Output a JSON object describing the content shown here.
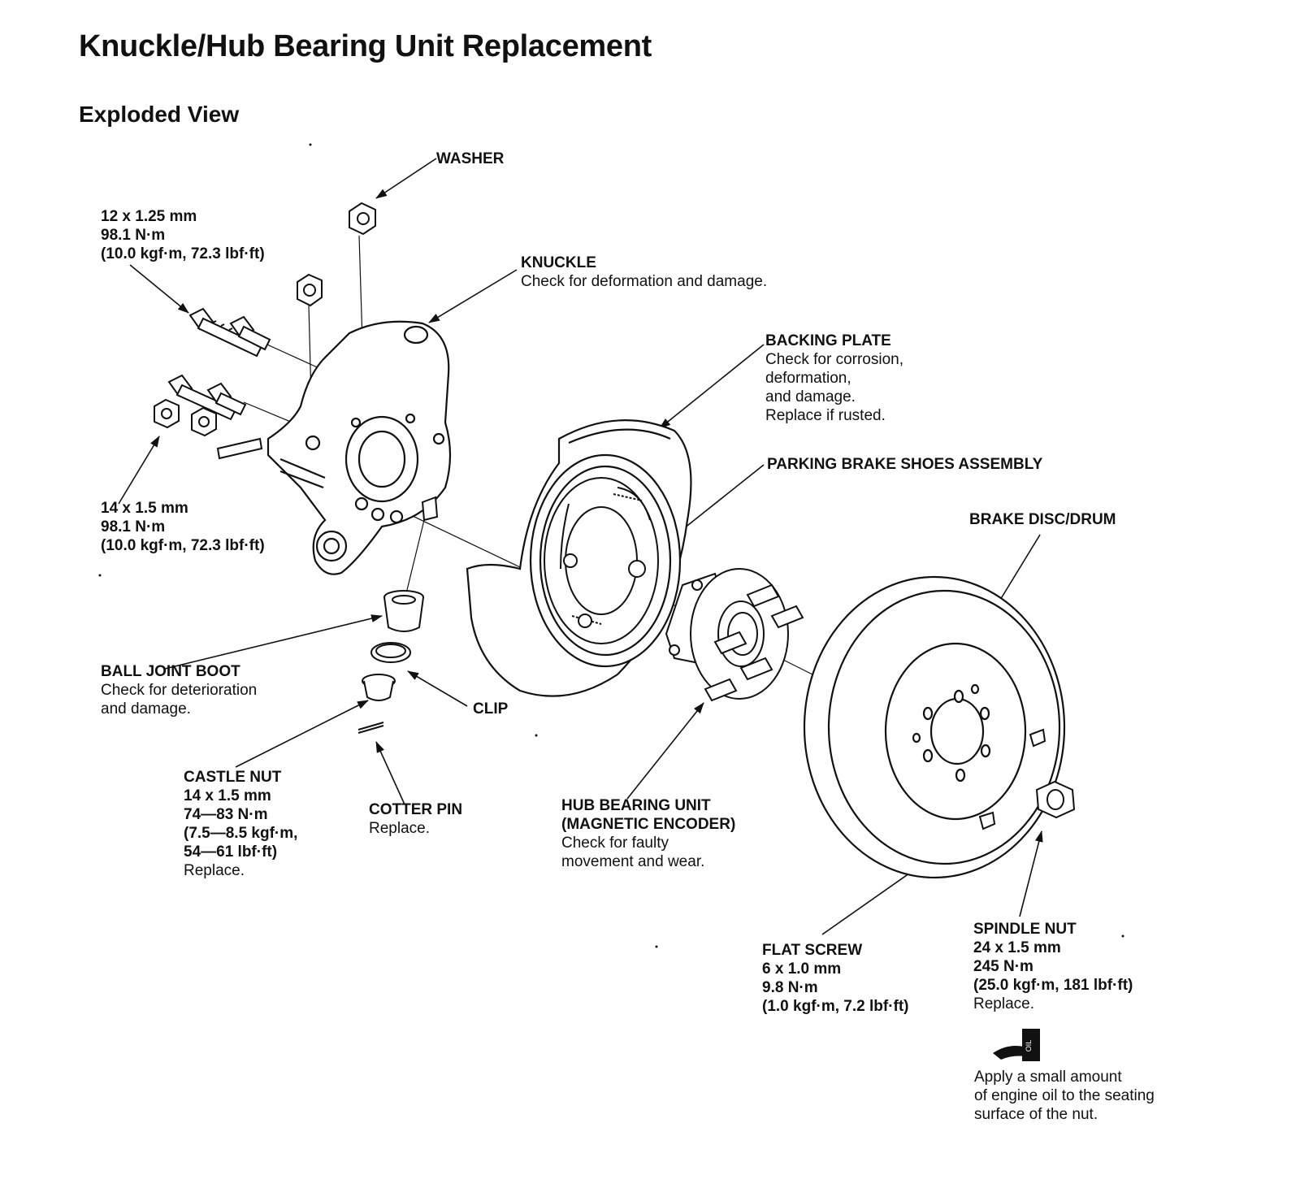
{
  "page": {
    "title": "Knuckle/Hub Bearing Unit Replacement",
    "subtitle": "Exploded View"
  },
  "labels": {
    "washer": {
      "name": "WASHER"
    },
    "bolt_upper": {
      "size": "12 x 1.25 mm",
      "torque": "98.1 N·m",
      "torque_alt": "(10.0 kgf·m, 72.3 lbf·ft)"
    },
    "knuckle": {
      "name": "KNUCKLE",
      "note": "Check for deformation and damage."
    },
    "backing_plate": {
      "name": "BACKING PLATE",
      "note_lines": [
        "Check for corrosion,",
        "deformation,",
        "and damage.",
        "Replace if rusted."
      ]
    },
    "parking_brake": {
      "name": "PARKING BRAKE SHOES ASSEMBLY"
    },
    "bolt_lower": {
      "size": "14 x 1.5 mm",
      "torque": "98.1 N·m",
      "torque_alt": "(10.0 kgf·m, 72.3 lbf·ft)"
    },
    "brake_disc": {
      "name": "BRAKE DISC/DRUM"
    },
    "ball_joint_boot": {
      "name": "BALL JOINT BOOT",
      "note_lines": [
        "Check for deterioration",
        "and damage."
      ]
    },
    "clip": {
      "name": "CLIP"
    },
    "castle_nut": {
      "name": "CASTLE NUT",
      "size": "14 x 1.5 mm",
      "torque": "74—83 N·m",
      "torque_alt_1": "(7.5—8.5 kgf·m,",
      "torque_alt_2": "54—61 lbf·ft)",
      "note": "Replace."
    },
    "cotter_pin": {
      "name": "COTTER PIN",
      "note": "Replace."
    },
    "hub_bearing": {
      "name_1": "HUB BEARING UNIT",
      "name_2": "(MAGNETIC ENCODER)",
      "note_lines": [
        "Check for faulty",
        "movement and wear."
      ]
    },
    "flat_screw": {
      "name": "FLAT SCREW",
      "size": "6 x 1.0 mm",
      "torque": "9.8 N·m",
      "torque_alt": "(1.0 kgf·m, 7.2 lbf·ft)"
    },
    "spindle_nut": {
      "name": "SPINDLE NUT",
      "size": "24 x 1.5 mm",
      "torque": "245 N·m",
      "torque_alt": "(25.0 kgf·m, 181 lbf·ft)",
      "note": "Replace."
    },
    "oil_note": {
      "icon": "oil-can-icon",
      "icon_text": "OIL",
      "note_lines": [
        "Apply a small amount",
        "of engine oil to the seating",
        "surface of the nut."
      ]
    }
  },
  "colors": {
    "ink": "#111111",
    "paper": "#ffffff"
  }
}
